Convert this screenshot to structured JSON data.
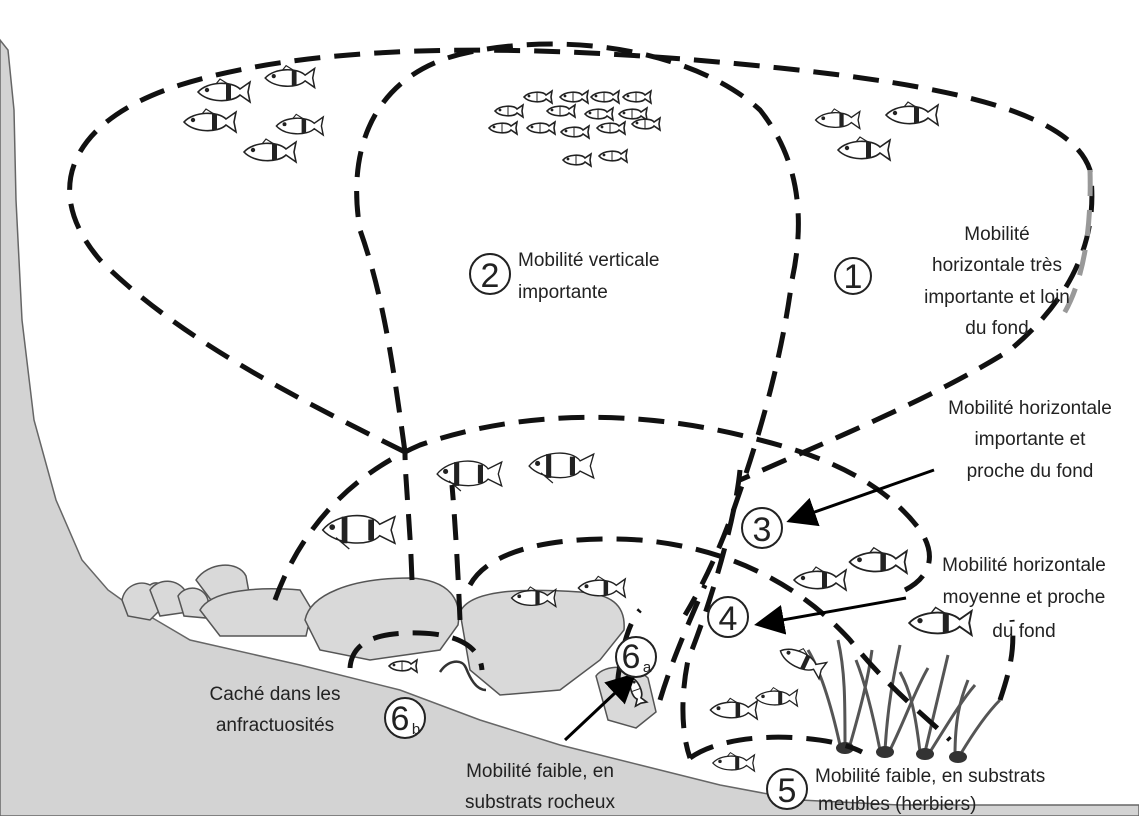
{
  "zones": [
    {
      "id": "1",
      "number": "1",
      "lines": [
        "Mobilité",
        "horizontale très",
        "importante et loin",
        "du fond"
      ]
    },
    {
      "id": "2",
      "number": "2",
      "lines": [
        "Mobilité verticale",
        "importante"
      ]
    },
    {
      "id": "3",
      "number": "3",
      "lines": [
        "Mobilité horizontale",
        "importante et",
        "proche du fond"
      ]
    },
    {
      "id": "4",
      "number": "4",
      "lines": [
        "Mobilité horizontale",
        "moyenne et proche",
        "du fond"
      ]
    },
    {
      "id": "5",
      "number": "5",
      "lines": [
        "Mobilité faible, en substrats",
        "meubles (herbiers)"
      ]
    },
    {
      "id": "6a",
      "number": "6",
      "sub": "a",
      "lines": [
        "Mobilité faible, en",
        "substrats rocheux"
      ]
    },
    {
      "id": "6b",
      "number": "6",
      "sub": "b",
      "lines": [
        "Caché dans les",
        "anfractuosités"
      ]
    }
  ]
}
